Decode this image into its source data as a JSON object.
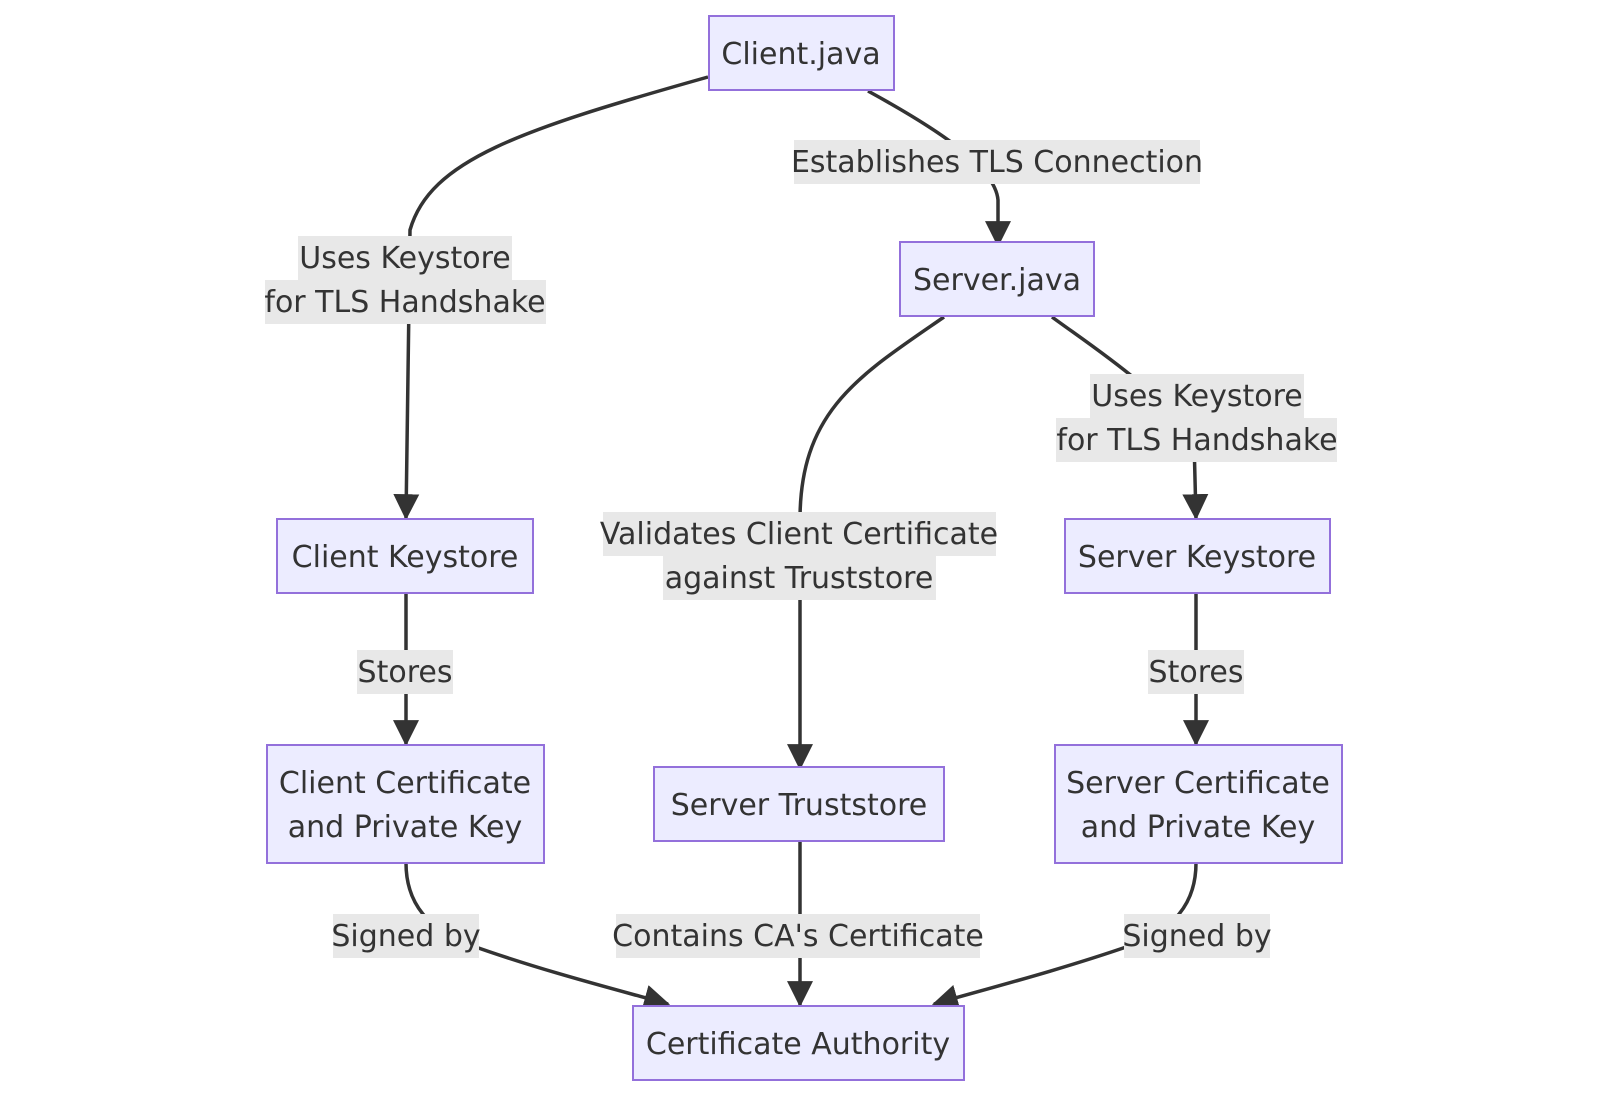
{
  "nodes": {
    "client_java": "Client.java",
    "server_java": "Server.java",
    "client_keystore": "Client Keystore",
    "server_keystore": "Server Keystore",
    "client_cert_line1": "Client Certificate",
    "client_cert_line2": "and Private Key",
    "server_truststore": "Server Truststore",
    "server_cert_line1": "Server Certificate",
    "server_cert_line2": "and Private Key",
    "certificate_authority": "Certificate Authority"
  },
  "edges": {
    "client_to_server": "Establishes TLS Connection",
    "client_to_keystore_line1": "Uses Keystore",
    "client_to_keystore_line2": "for TLS Handshake",
    "server_to_keystore_line1": "Uses Keystore",
    "server_to_keystore_line2": "for TLS Handshake",
    "server_to_truststore_line1": "Validates Client Certificate",
    "server_to_truststore_line2": "against Truststore",
    "client_keystore_stores": "Stores",
    "server_keystore_stores": "Stores",
    "client_cert_signed": "Signed by",
    "server_cert_signed": "Signed by",
    "truststore_contains": "Contains CA's Certificate"
  },
  "colors": {
    "node_fill": "#ECECFF",
    "node_stroke": "#9370DB",
    "edge": "#333333",
    "label_bg": "#E8E8E8"
  }
}
